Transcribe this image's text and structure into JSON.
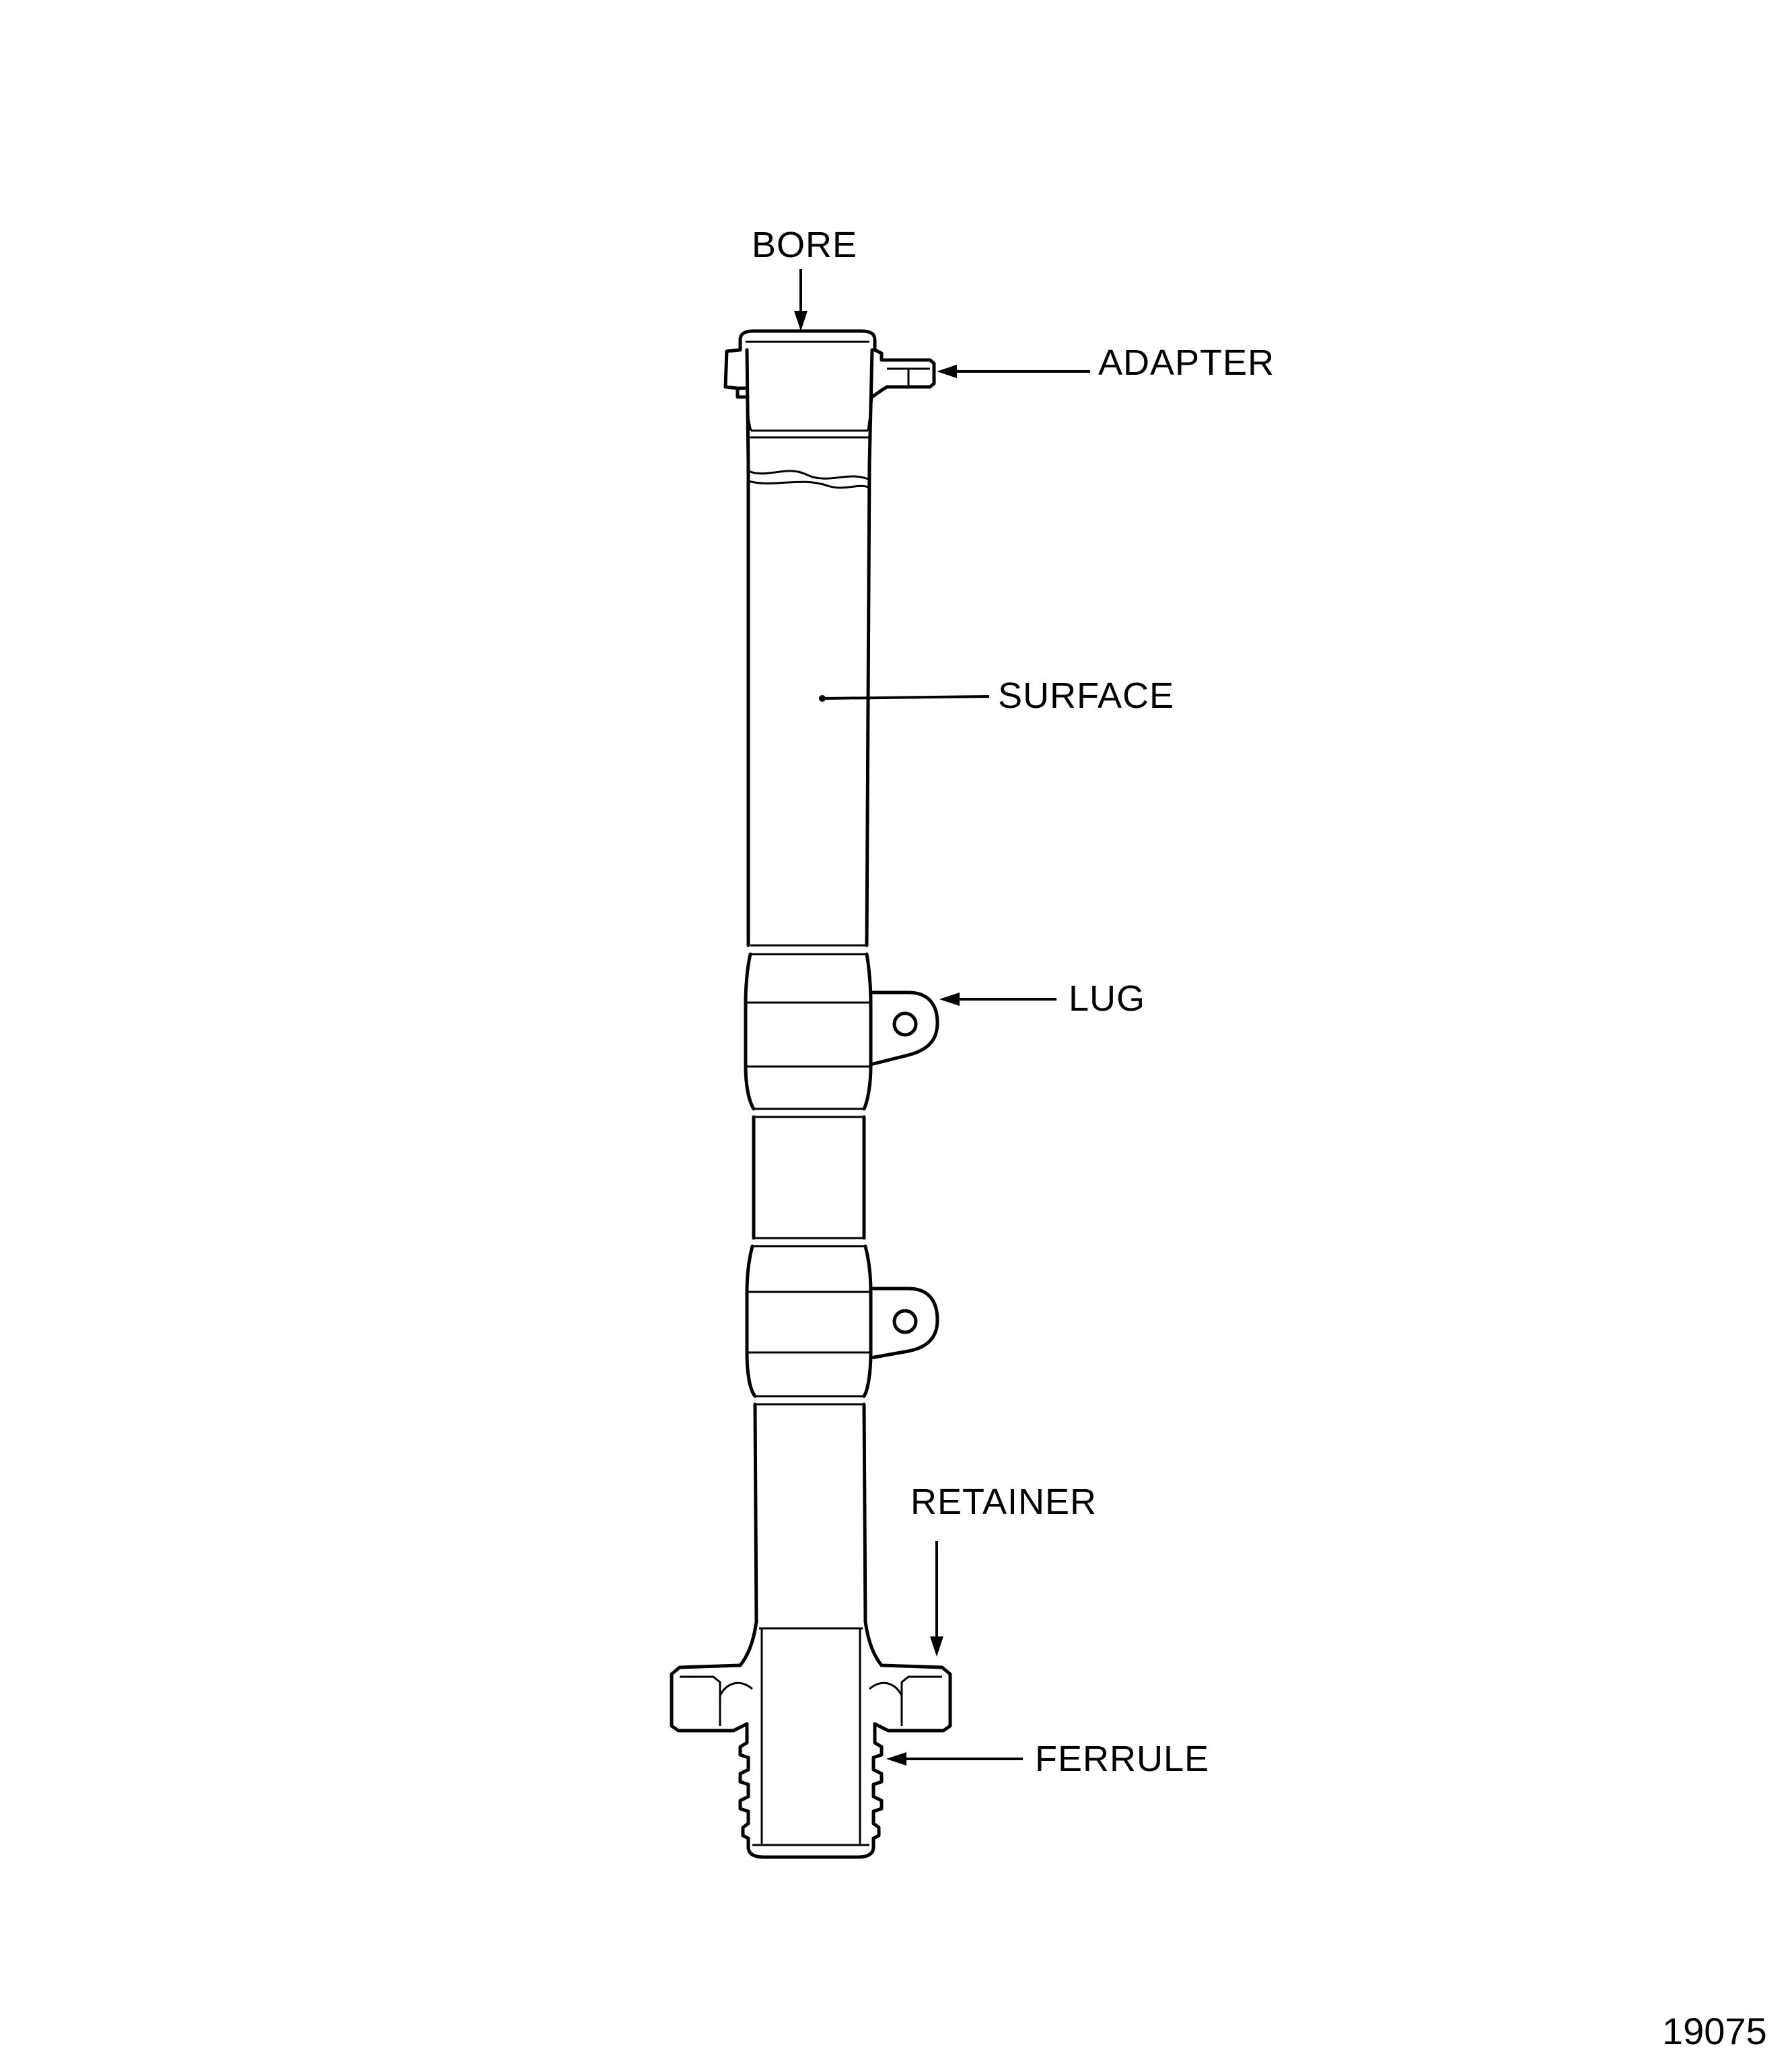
{
  "labels": {
    "bore": "BORE",
    "adapter": "ADAPTER",
    "surface": "SURFACE",
    "lug": "LUG",
    "retainer": "RETAINER",
    "ferrule": "FERRULE"
  },
  "figure_number": "19075"
}
